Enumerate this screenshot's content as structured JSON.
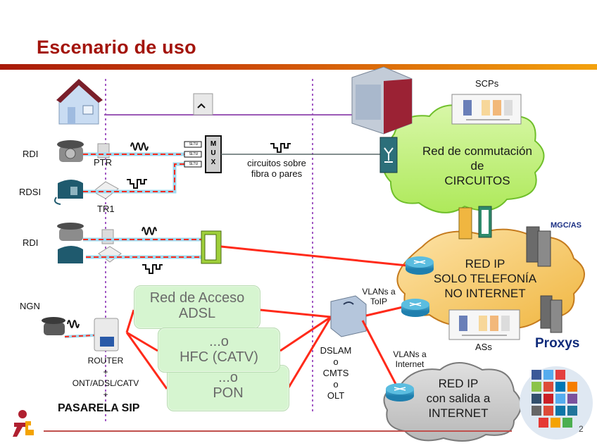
{
  "slide": {
    "title": "Escenario de uso",
    "page_number": "2"
  },
  "colors": {
    "title": "#a3140b",
    "bar_start": "#a81a0a",
    "bar_end": "#f3a20e",
    "link_red": "#ff2a1a",
    "link_blue": "#9fd8f0",
    "divider_purple": "#a259c4",
    "cloud_green": "#b8ef6a",
    "cloud_orange": "#f5c659",
    "cloud_gray": "#c8c8c8",
    "access_box": "#d6f5d0",
    "proxys_text": "#0e2a7a"
  },
  "left_labels": {
    "rdi_1": "RDI",
    "rdsi": "RDSI",
    "rdi_2": "RDI",
    "ngn": "NGN"
  },
  "devices": {
    "ptr": "PTR",
    "tr1": "TR1",
    "sltu": [
      "SLTU",
      "SLTU",
      "SLTU"
    ],
    "mux": [
      "M",
      "U",
      "X"
    ],
    "router_label_1": "ROUTER",
    "plus_1": "+",
    "router_label_2": "ONT/ADSL/CATV",
    "plus_2": "+",
    "pasarela": "PASARELA SIP"
  },
  "links": {
    "circuit_label_1": "circuitos sobre",
    "circuit_label_2": "fibra o pares",
    "vlan_toip_1": "VLANs a",
    "vlan_toip_2": "ToIP",
    "vlan_internet_1": "VLANs a",
    "vlan_internet_2": "Internet"
  },
  "access_networks": [
    {
      "line1": "Red de Acceso",
      "line2": "ADSL"
    },
    {
      "line1": "...o",
      "line2": "HFC (CATV)"
    },
    {
      "line1": "...o",
      "line2": "PON"
    }
  ],
  "dslam": {
    "lines": [
      "DSLAM",
      "o",
      "CMTS",
      "o",
      "OLT"
    ]
  },
  "clouds": {
    "circuits": {
      "line1": "Red de conmutación",
      "line2": "de",
      "line3": "CIRCUITOS"
    },
    "ip_telephony": {
      "line1": "RED IP",
      "line2": "SOLO TELEFONÍA",
      "line3": "NO INTERNET"
    },
    "ip_internet": {
      "line1": "RED IP",
      "line2": "con salida a",
      "line3": "INTERNET"
    }
  },
  "server_labels": {
    "scps": "SCPs",
    "ass": "ASs",
    "mgc_as": "MGC/AS",
    "proxys": "Proxys"
  }
}
